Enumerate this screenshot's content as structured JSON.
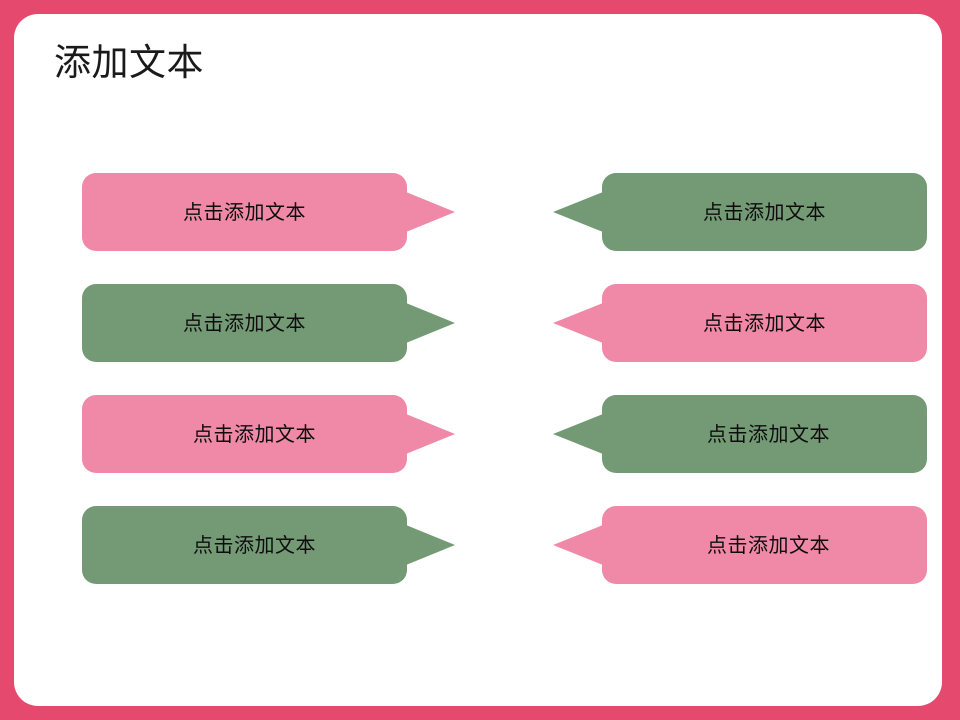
{
  "slide": {
    "title": "添加文本",
    "frame_color": "#e5496e",
    "card_color": "#ffffff",
    "accent_pink": "#f089a7",
    "accent_green": "#749a75"
  },
  "callouts": {
    "left_column": [
      {
        "text": "点击添加文本",
        "color": "#f089a7",
        "color_name": "pink",
        "tail": "right"
      },
      {
        "text": "点击添加文本",
        "color": "#749a75",
        "color_name": "green",
        "tail": "right"
      },
      {
        "text": "点击添加文本",
        "color": "#f089a7",
        "color_name": "pink",
        "tail": "right"
      },
      {
        "text": "点击添加文本",
        "color": "#749a75",
        "color_name": "green",
        "tail": "right"
      }
    ],
    "right_column": [
      {
        "text": "点击添加文本",
        "color": "#749a75",
        "color_name": "green",
        "tail": "left"
      },
      {
        "text": "点击添加文本",
        "color": "#f089a7",
        "color_name": "pink",
        "tail": "left"
      },
      {
        "text": "点击添加文本",
        "color": "#749a75",
        "color_name": "green",
        "tail": "left"
      },
      {
        "text": "点击添加文本",
        "color": "#f089a7",
        "color_name": "pink",
        "tail": "left"
      }
    ]
  }
}
